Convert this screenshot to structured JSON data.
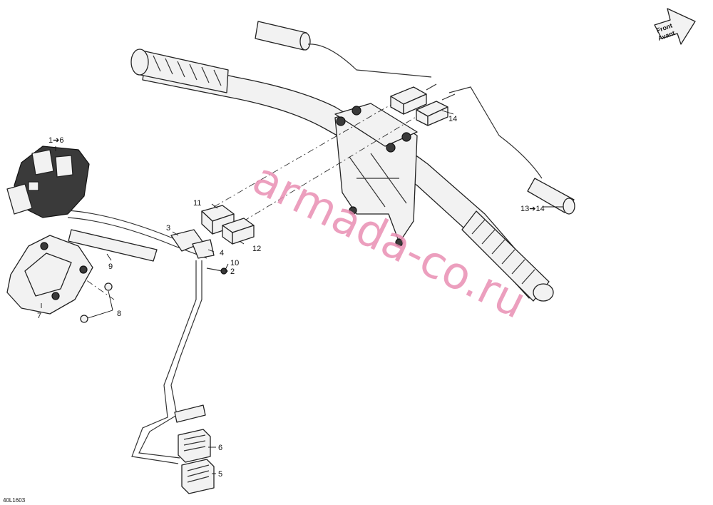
{
  "figure_code": "40L1603",
  "watermark": "armada-co.ru",
  "front_arrow": {
    "line1": "Front",
    "line2": "Avant"
  },
  "callouts": {
    "c1to6": "1➔6",
    "c2": "2",
    "c3": "3",
    "c4": "4",
    "c5": "5",
    "c6": "6",
    "c7": "7",
    "c8": "8",
    "c9": "9",
    "c10": "10",
    "c11": "11",
    "c12": "12",
    "c13to14": "13➔14",
    "c14": "14"
  }
}
